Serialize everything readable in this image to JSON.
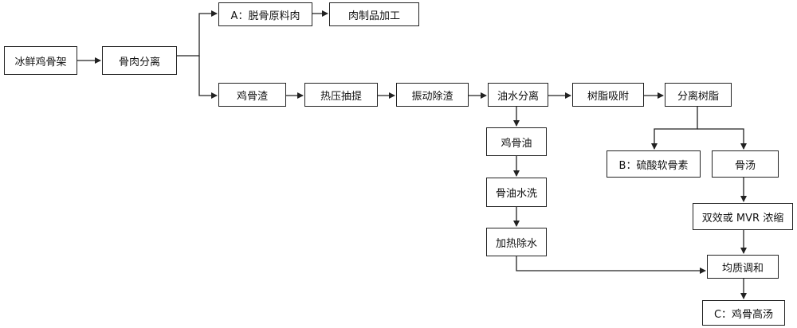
{
  "diagram": {
    "nodes": {
      "frozen_frame": "冰鲜鸡骨架",
      "bone_meat_sep": "骨肉分离",
      "deboned_meat": "A：脱骨原料肉",
      "meat_processing": "肉制品加工",
      "bone_residue": "鸡骨渣",
      "hot_press": "热压抽提",
      "vibration": "振动除渣",
      "oil_water_sep": "油水分离",
      "resin_adsorb": "树脂吸附",
      "resin_sep": "分离树脂",
      "chicken_oil": "鸡骨油",
      "chondroitin": "B：硫酸软骨素",
      "bone_soup": "骨汤",
      "oil_wash": "骨油水洗",
      "concentrate": "双效或 MVR 浓缩",
      "heat_dewater": "加热除水",
      "blend": "均质调和",
      "final_soup": "C：鸡骨高汤"
    }
  }
}
